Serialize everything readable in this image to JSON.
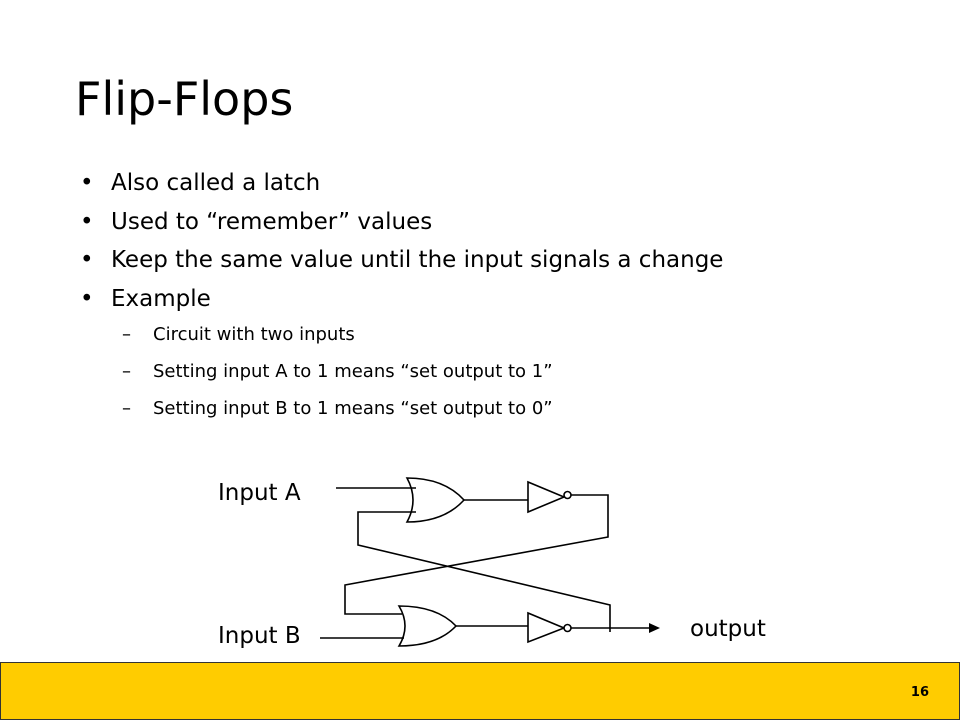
{
  "slide": {
    "title": "Flip-Flops",
    "bullets": [
      "Also called a latch",
      "Used to “remember” values",
      "Keep the same value until the input signals a change",
      "Example"
    ],
    "sub_bullets": [
      "Circuit with two inputs",
      "Setting input A to 1 means “set output to 1”",
      "Setting input B to 1 means “set output to 0”"
    ],
    "bullet_glyph": "•",
    "dash_glyph": "–"
  },
  "diagram": {
    "input_a_label": "Input A",
    "input_b_label": "Input B",
    "output_label": "output"
  },
  "footer": {
    "page_number": "16",
    "bar_color": "#FFCC00"
  }
}
